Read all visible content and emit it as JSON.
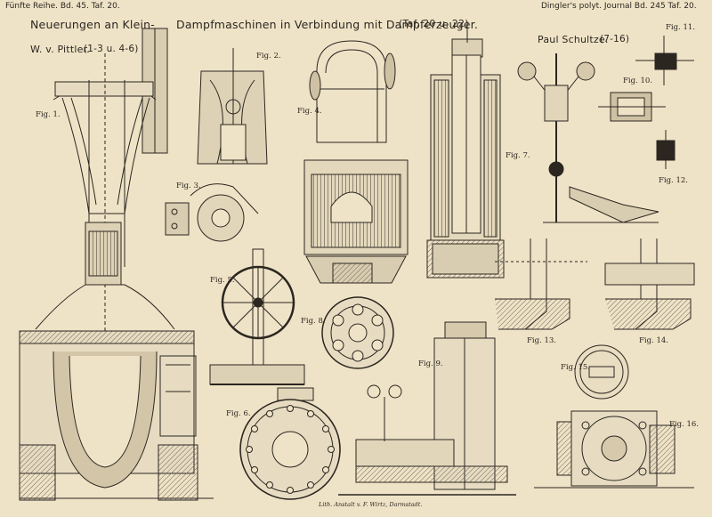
{
  "header": {
    "left": "Fünfte Reihe. Bd. 45. Taf. 20.",
    "right": "Dingler's polyt. Journal Bd. 245 Taf. 20."
  },
  "titles": {
    "main_left": "Neuerungen an Klein-",
    "main_right": "Dampfmaschinen in Verbindung mit Dampferzeuger.",
    "main_ref": "(Taf. 20 u. 22)",
    "author1": "W. v. Pittler.",
    "author1_ref": "(1-3 u. 4-6)",
    "author2": "Paul Schultze.",
    "author2_ref": "(7-16)"
  },
  "figures": {
    "f1": "Fig. 1.",
    "f2": "Fig. 2.",
    "f3": "Fig. 3.",
    "f4": "Fig. 4.",
    "f5": "Fig. 5.",
    "f6": "Fig. 6.",
    "f7": "Fig. 7.",
    "f8": "Fig. 8.",
    "f9": "Fig. 9.",
    "f10": "Fig. 10.",
    "f11": "Fig. 11.",
    "f12": "Fig. 12.",
    "f13": "Fig. 13.",
    "f14": "Fig. 14.",
    "f15": "Fig. 15.",
    "f16": "Fig. 16."
  },
  "footer": {
    "imprint": "Lith. Anstalt v. F. Wirtz, Darmstadt."
  },
  "colors": {
    "paper": "#efe3c7",
    "ink": "#2b2620",
    "shade": "#8a7d6a"
  }
}
